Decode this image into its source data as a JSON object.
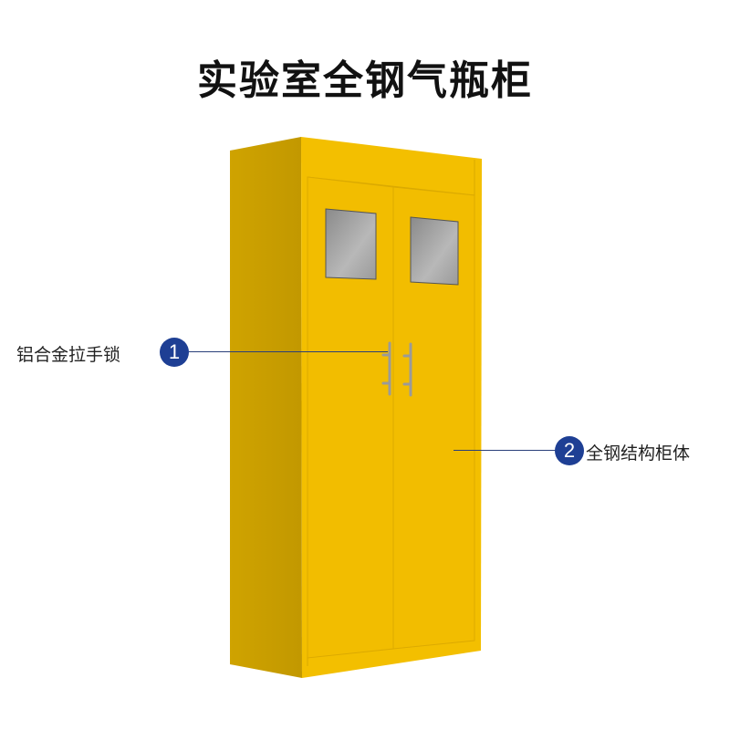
{
  "title": "实验室全钢气瓶柜",
  "callouts": [
    {
      "number": "1",
      "label": "铝合金拉手锁"
    },
    {
      "number": "2",
      "label": "全钢结构柜体"
    }
  ],
  "colors": {
    "cabinet_front": "#f3bf00",
    "cabinet_side": "#c99e00",
    "badge": "#1e3f94"
  }
}
